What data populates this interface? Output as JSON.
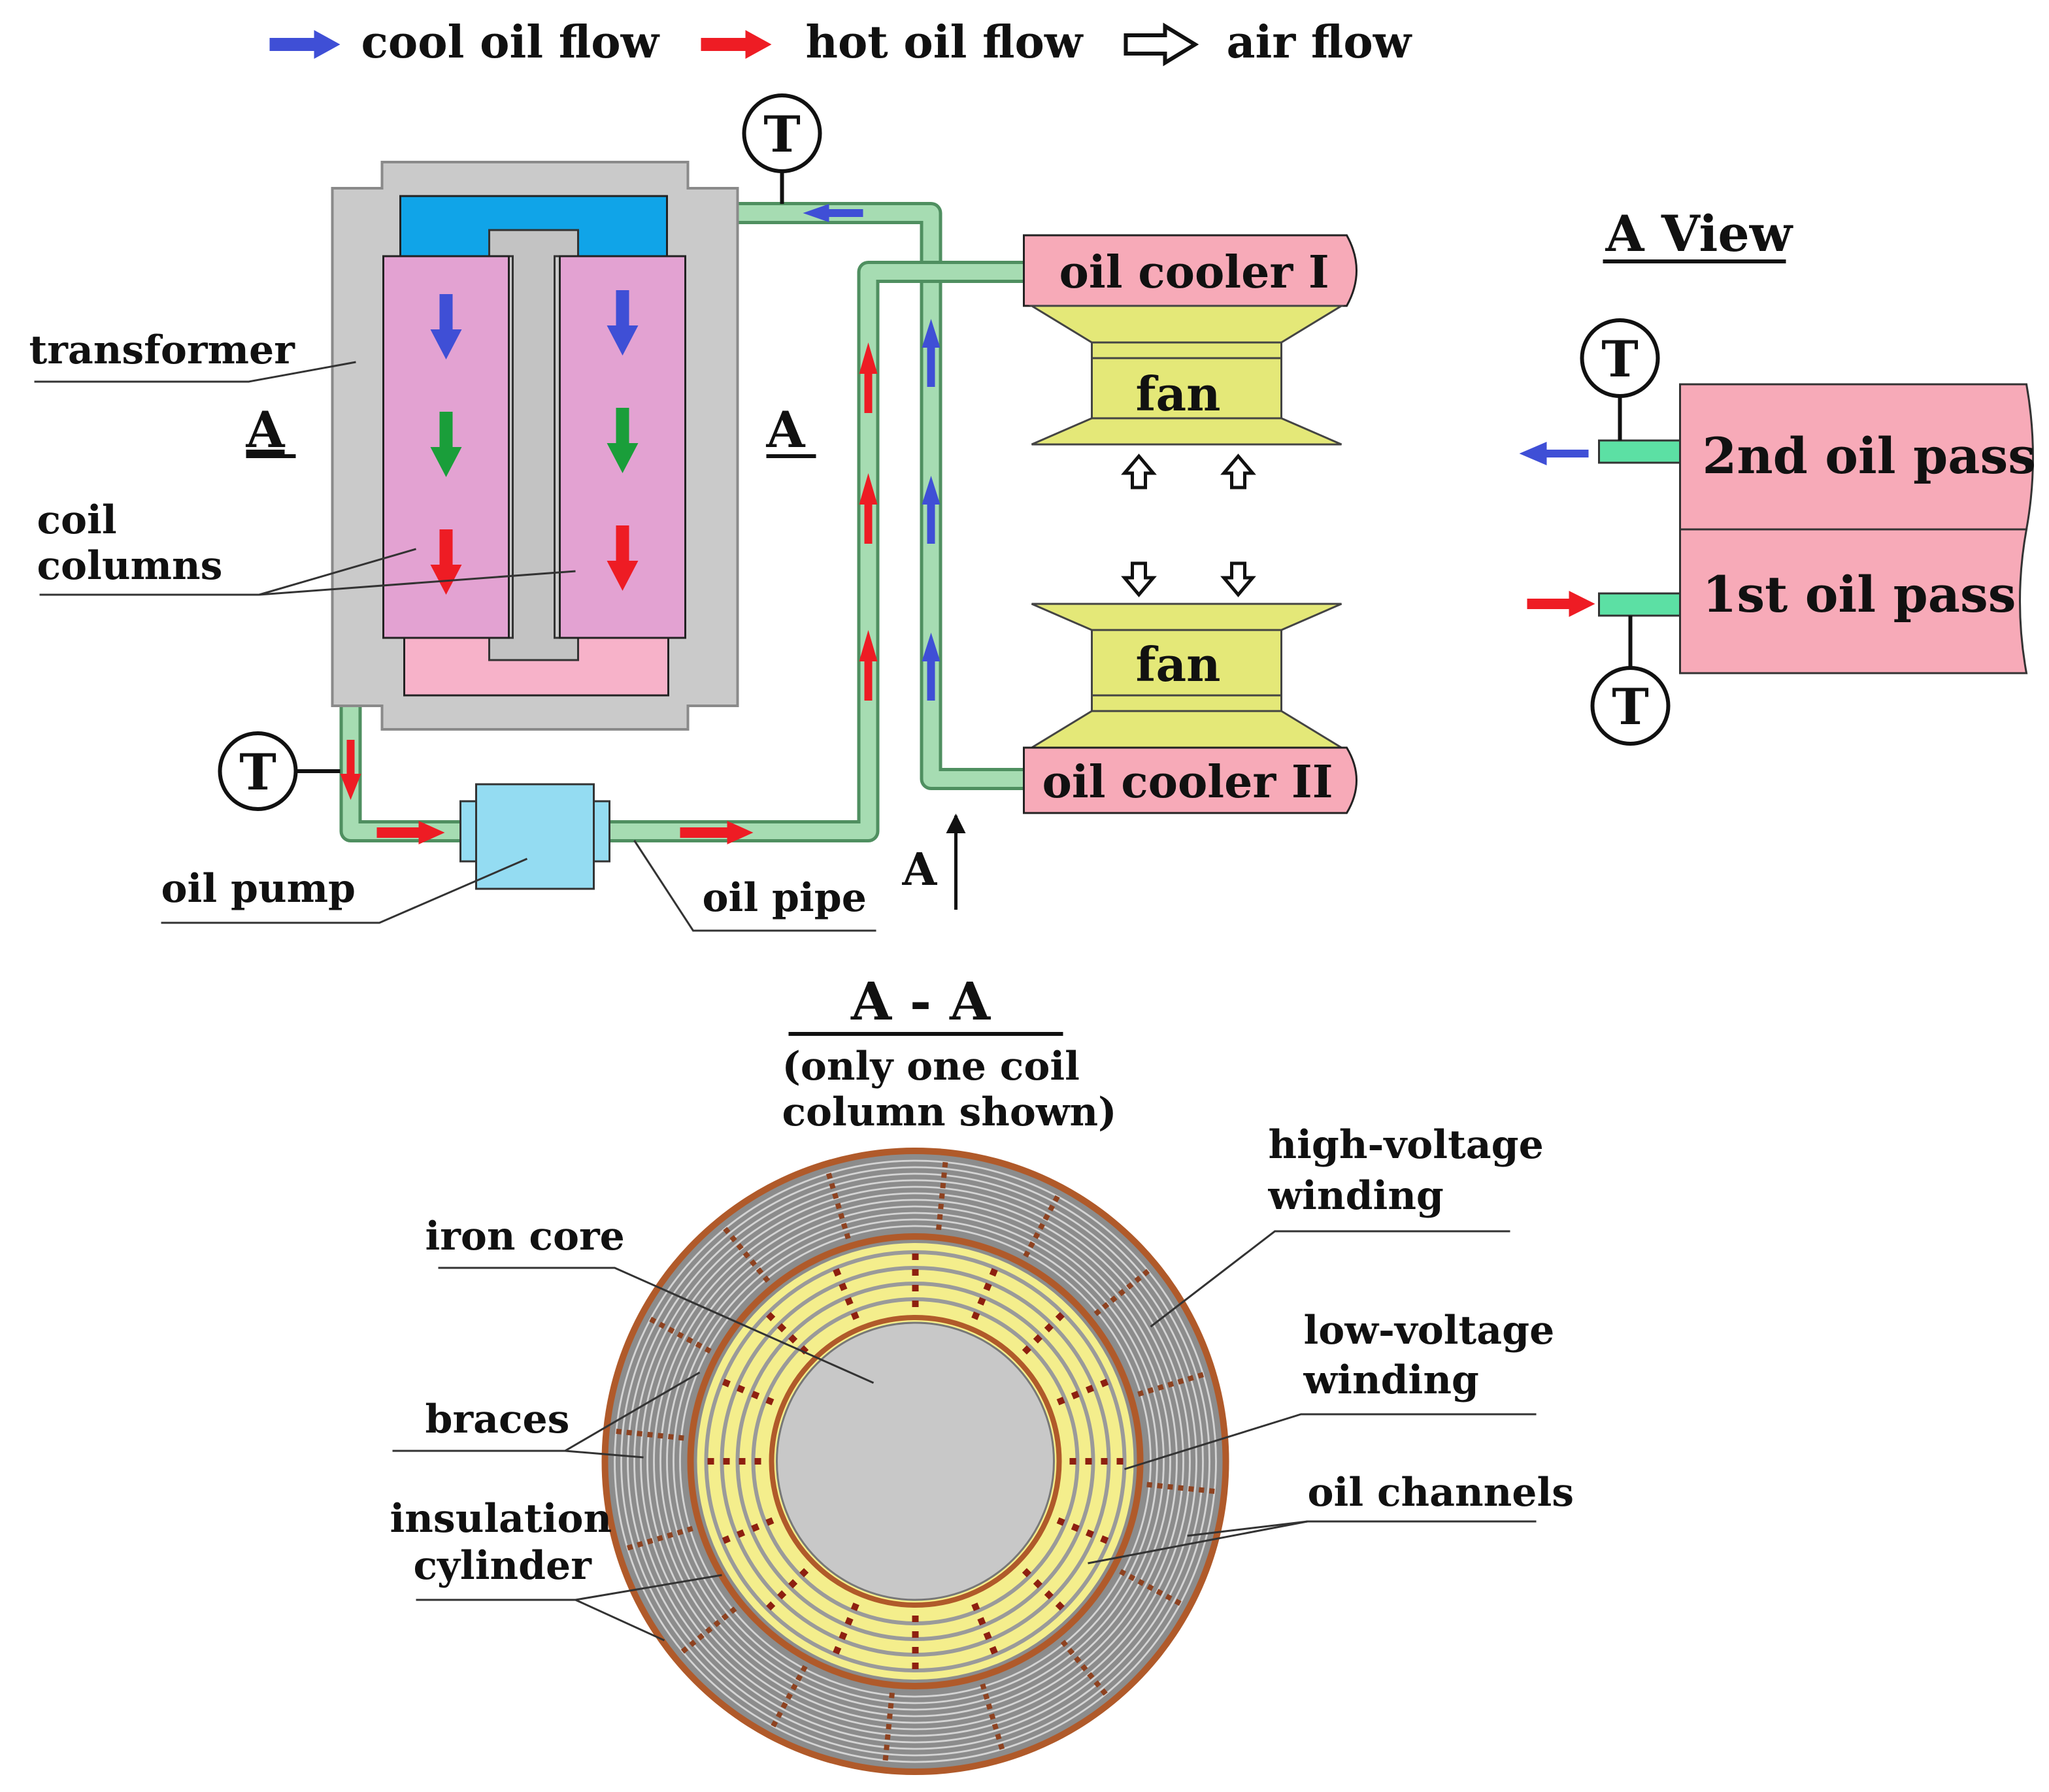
{
  "colors": {
    "cool_oil": "#3f4fd6",
    "hot_oil": "#ee1c24",
    "mid_oil": "#1a9e3a",
    "pipe": "#a6dcb2",
    "pipe_stroke": "#4f8f60",
    "tank": "#cacaca",
    "coil": "#e3a2d2",
    "header": "#10a4e8",
    "base": "#f7b2c9",
    "cooler": "#f7aab8",
    "fan": "#e4e878",
    "pump": "#94dcf2",
    "view_pipe": "#5ce0a4",
    "hv_winding": "#8c8c8c",
    "lv_winding": "#f4ee8c",
    "insulation": "#b05a2a",
    "iron_core": "#c8c8c8"
  },
  "legend": {
    "cool_label": "cool oil flow",
    "hot_label": "hot oil flow",
    "air_label": "air flow",
    "cool_icon": "blue-arrow-icon",
    "hot_icon": "red-arrow-icon",
    "air_icon": "hollow-arrow-icon"
  },
  "schematic": {
    "transformer_label": "transformer",
    "coil_label_1": "coil",
    "coil_label_2": "columns",
    "section_marker": "A",
    "cooler_top": "oil cooler I",
    "cooler_bottom": "oil cooler II",
    "fan_top": "fan",
    "fan_bottom": "fan",
    "pump_label": "oil pump",
    "pipe_label": "oil pipe",
    "view_marker": "A",
    "thermometer": "T"
  },
  "a_view": {
    "title": "A View",
    "pass_2": "2nd oil pass",
    "pass_1": "1st oil pass",
    "thermometer": "T"
  },
  "section": {
    "title": "A - A",
    "note_1": "(only one coil",
    "note_2": "column shown)",
    "hv_1": "high-voltage",
    "hv_2": "winding",
    "core": "iron core",
    "lv_1": "low-voltage",
    "lv_2": "winding",
    "braces": "braces",
    "channels": "oil channels",
    "insulation_1": "insulation",
    "insulation_2": "cylinder"
  }
}
